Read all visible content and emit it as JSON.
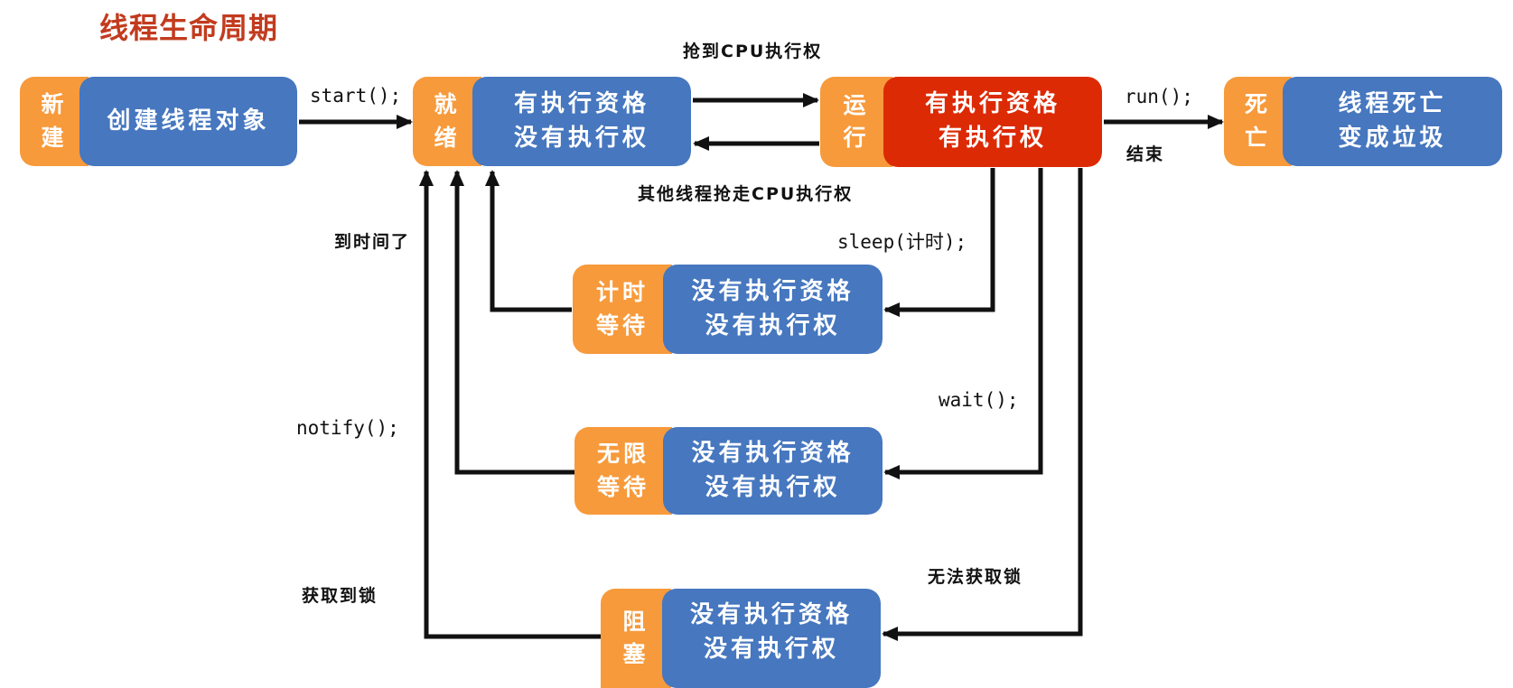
{
  "title": "线程生命周期",
  "colors": {
    "title": "#c23b1e",
    "tag_orange": "#f79a3b",
    "body_blue": "#4677bf",
    "body_running_red": "#dc2a05",
    "arrow": "#111111"
  },
  "states": {
    "new": {
      "tag": [
        "新",
        "建"
      ],
      "lines": [
        "创建线程对象"
      ]
    },
    "ready": {
      "tag": [
        "就",
        "绪"
      ],
      "lines": [
        "有执行资格",
        "没有执行权"
      ]
    },
    "running": {
      "tag": [
        "运",
        "行"
      ],
      "lines": [
        "有执行资格",
        "有执行权"
      ]
    },
    "dead": {
      "tag": [
        "死",
        "亡"
      ],
      "lines": [
        "线程死亡",
        "变成垃圾"
      ]
    },
    "timed_waiting": {
      "tag": [
        "计时",
        "等待"
      ],
      "lines": [
        "没有执行资格",
        "没有执行权"
      ]
    },
    "waiting": {
      "tag": [
        "无限",
        "等待"
      ],
      "lines": [
        "没有执行资格",
        "没有执行权"
      ]
    },
    "blocked": {
      "tag": [
        "阻",
        "塞"
      ],
      "lines": [
        "没有执行资格",
        "没有执行权"
      ]
    }
  },
  "transitions": {
    "start": "start();",
    "grab_cpu": "抢到CPU执行权",
    "lose_cpu": "其他线程抢走CPU执行权",
    "run": "run();",
    "end": "结束",
    "sleep": "sleep(计时);",
    "time_up": "到时间了",
    "wait": "wait();",
    "notify": "notify();",
    "no_lock": "无法获取锁",
    "got_lock": "获取到锁"
  }
}
